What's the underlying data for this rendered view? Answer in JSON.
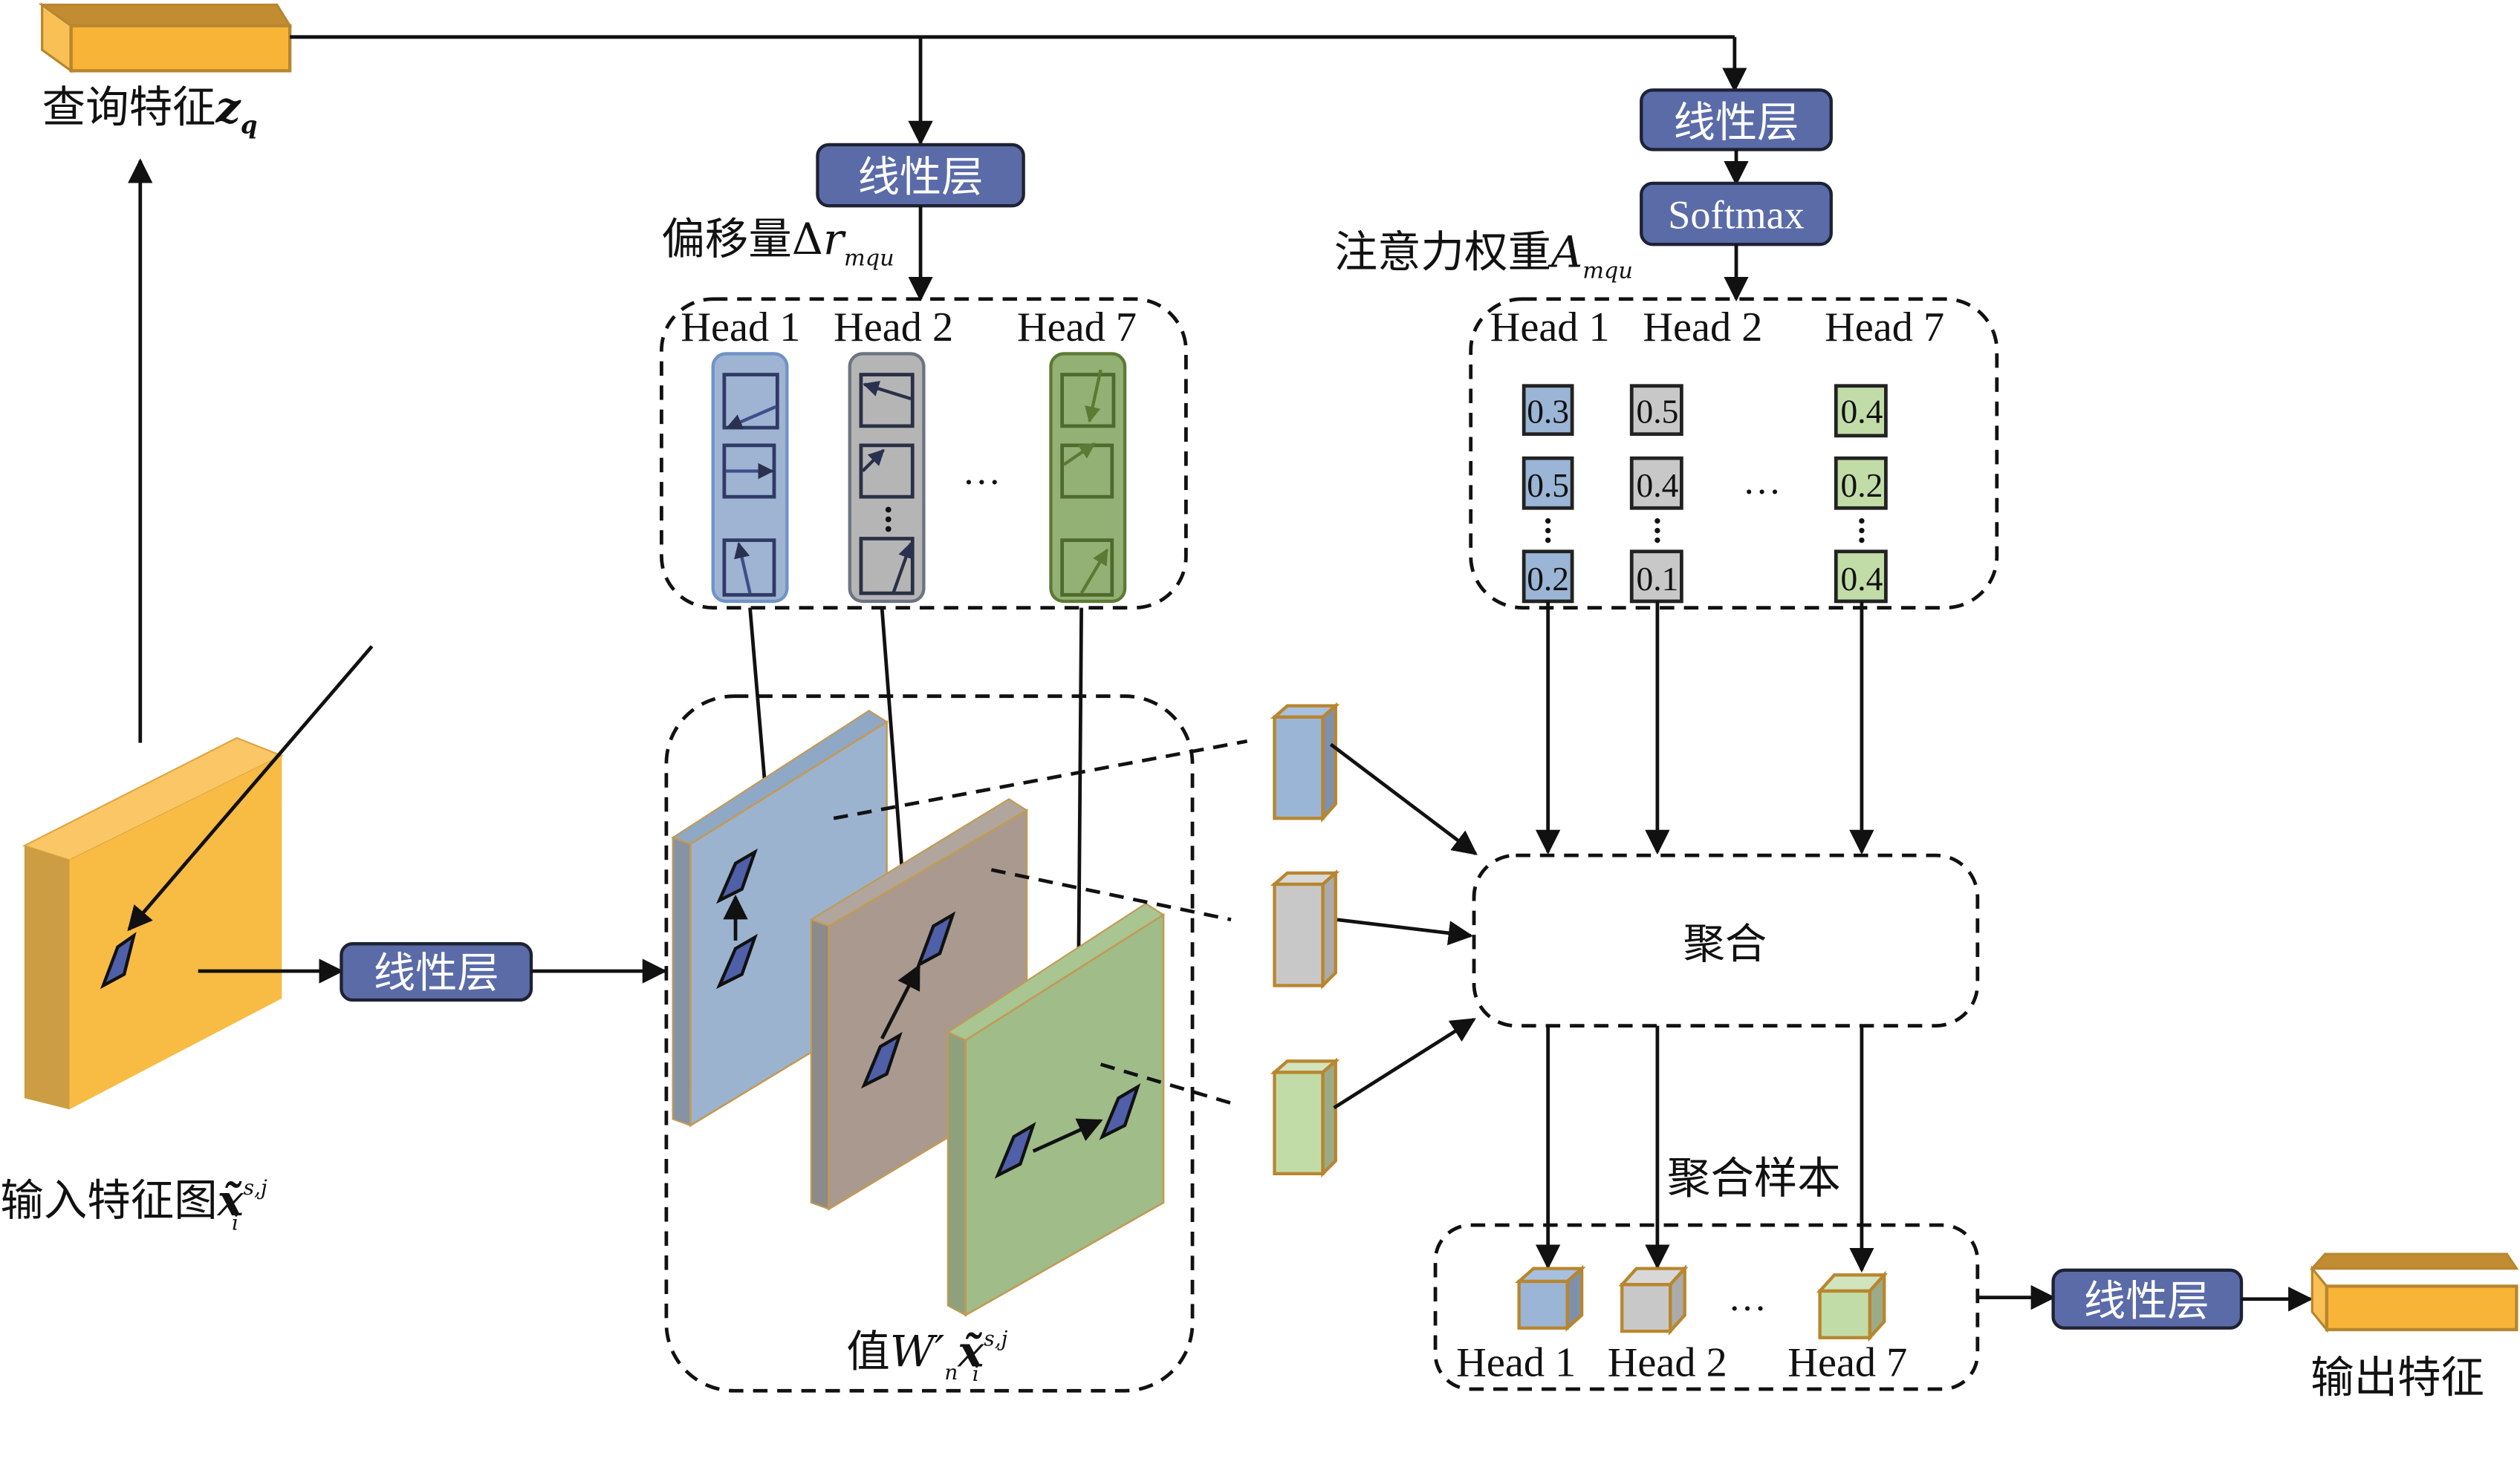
{
  "colors": {
    "linear_layer": "#5a6ba8",
    "feature_orange": "#f7b437",
    "feature_orange_edge": "#b8862f",
    "head1_blue": "#9bb5d6",
    "head2_gray": "#c8c8c8",
    "head7_green": "#b9d39e",
    "value_head2_brown": "#a9998f",
    "sample_point": "#4f5fa8"
  },
  "query": {
    "label": "查询特征",
    "symbol": "z",
    "subscript": "q"
  },
  "input": {
    "label": "输入特征图",
    "symbol": "x̃",
    "superscript": "s,j",
    "subscript": "i"
  },
  "linear_layers": {
    "offset_branch": "线性层",
    "attention_branch": "线性层",
    "value_branch": "线性层",
    "output_branch": "线性层"
  },
  "softmax": "Softmax",
  "offsets": {
    "label": "偏移量Δ",
    "symbol": "r",
    "subscript": "mqu",
    "heads": [
      "Head 1",
      "Head 2",
      "Head 7"
    ],
    "ellipsis": "…"
  },
  "attention": {
    "label": "注意力权重",
    "symbol": "A",
    "subscript": "mqu",
    "heads": [
      "Head 1",
      "Head 2",
      "Head 7"
    ],
    "ellipsis": "…",
    "weights": {
      "head1": [
        "0.3",
        "0.5",
        "0.2"
      ],
      "head2": [
        "0.5",
        "0.4",
        "0.1"
      ],
      "head7": [
        "0.4",
        "0.2",
        "0.4"
      ]
    }
  },
  "value": {
    "label": "值",
    "symbol": "W′",
    "symbol_sub": "n",
    "x_symbol": "x̃",
    "x_sup": "s,j",
    "x_sub": "i"
  },
  "aggregate": {
    "label": "聚合"
  },
  "samples": {
    "label": "聚合样本",
    "heads": [
      "Head 1",
      "Head 2",
      "Head 7"
    ],
    "ellipsis": "…"
  },
  "output": {
    "label": "输出特征"
  }
}
